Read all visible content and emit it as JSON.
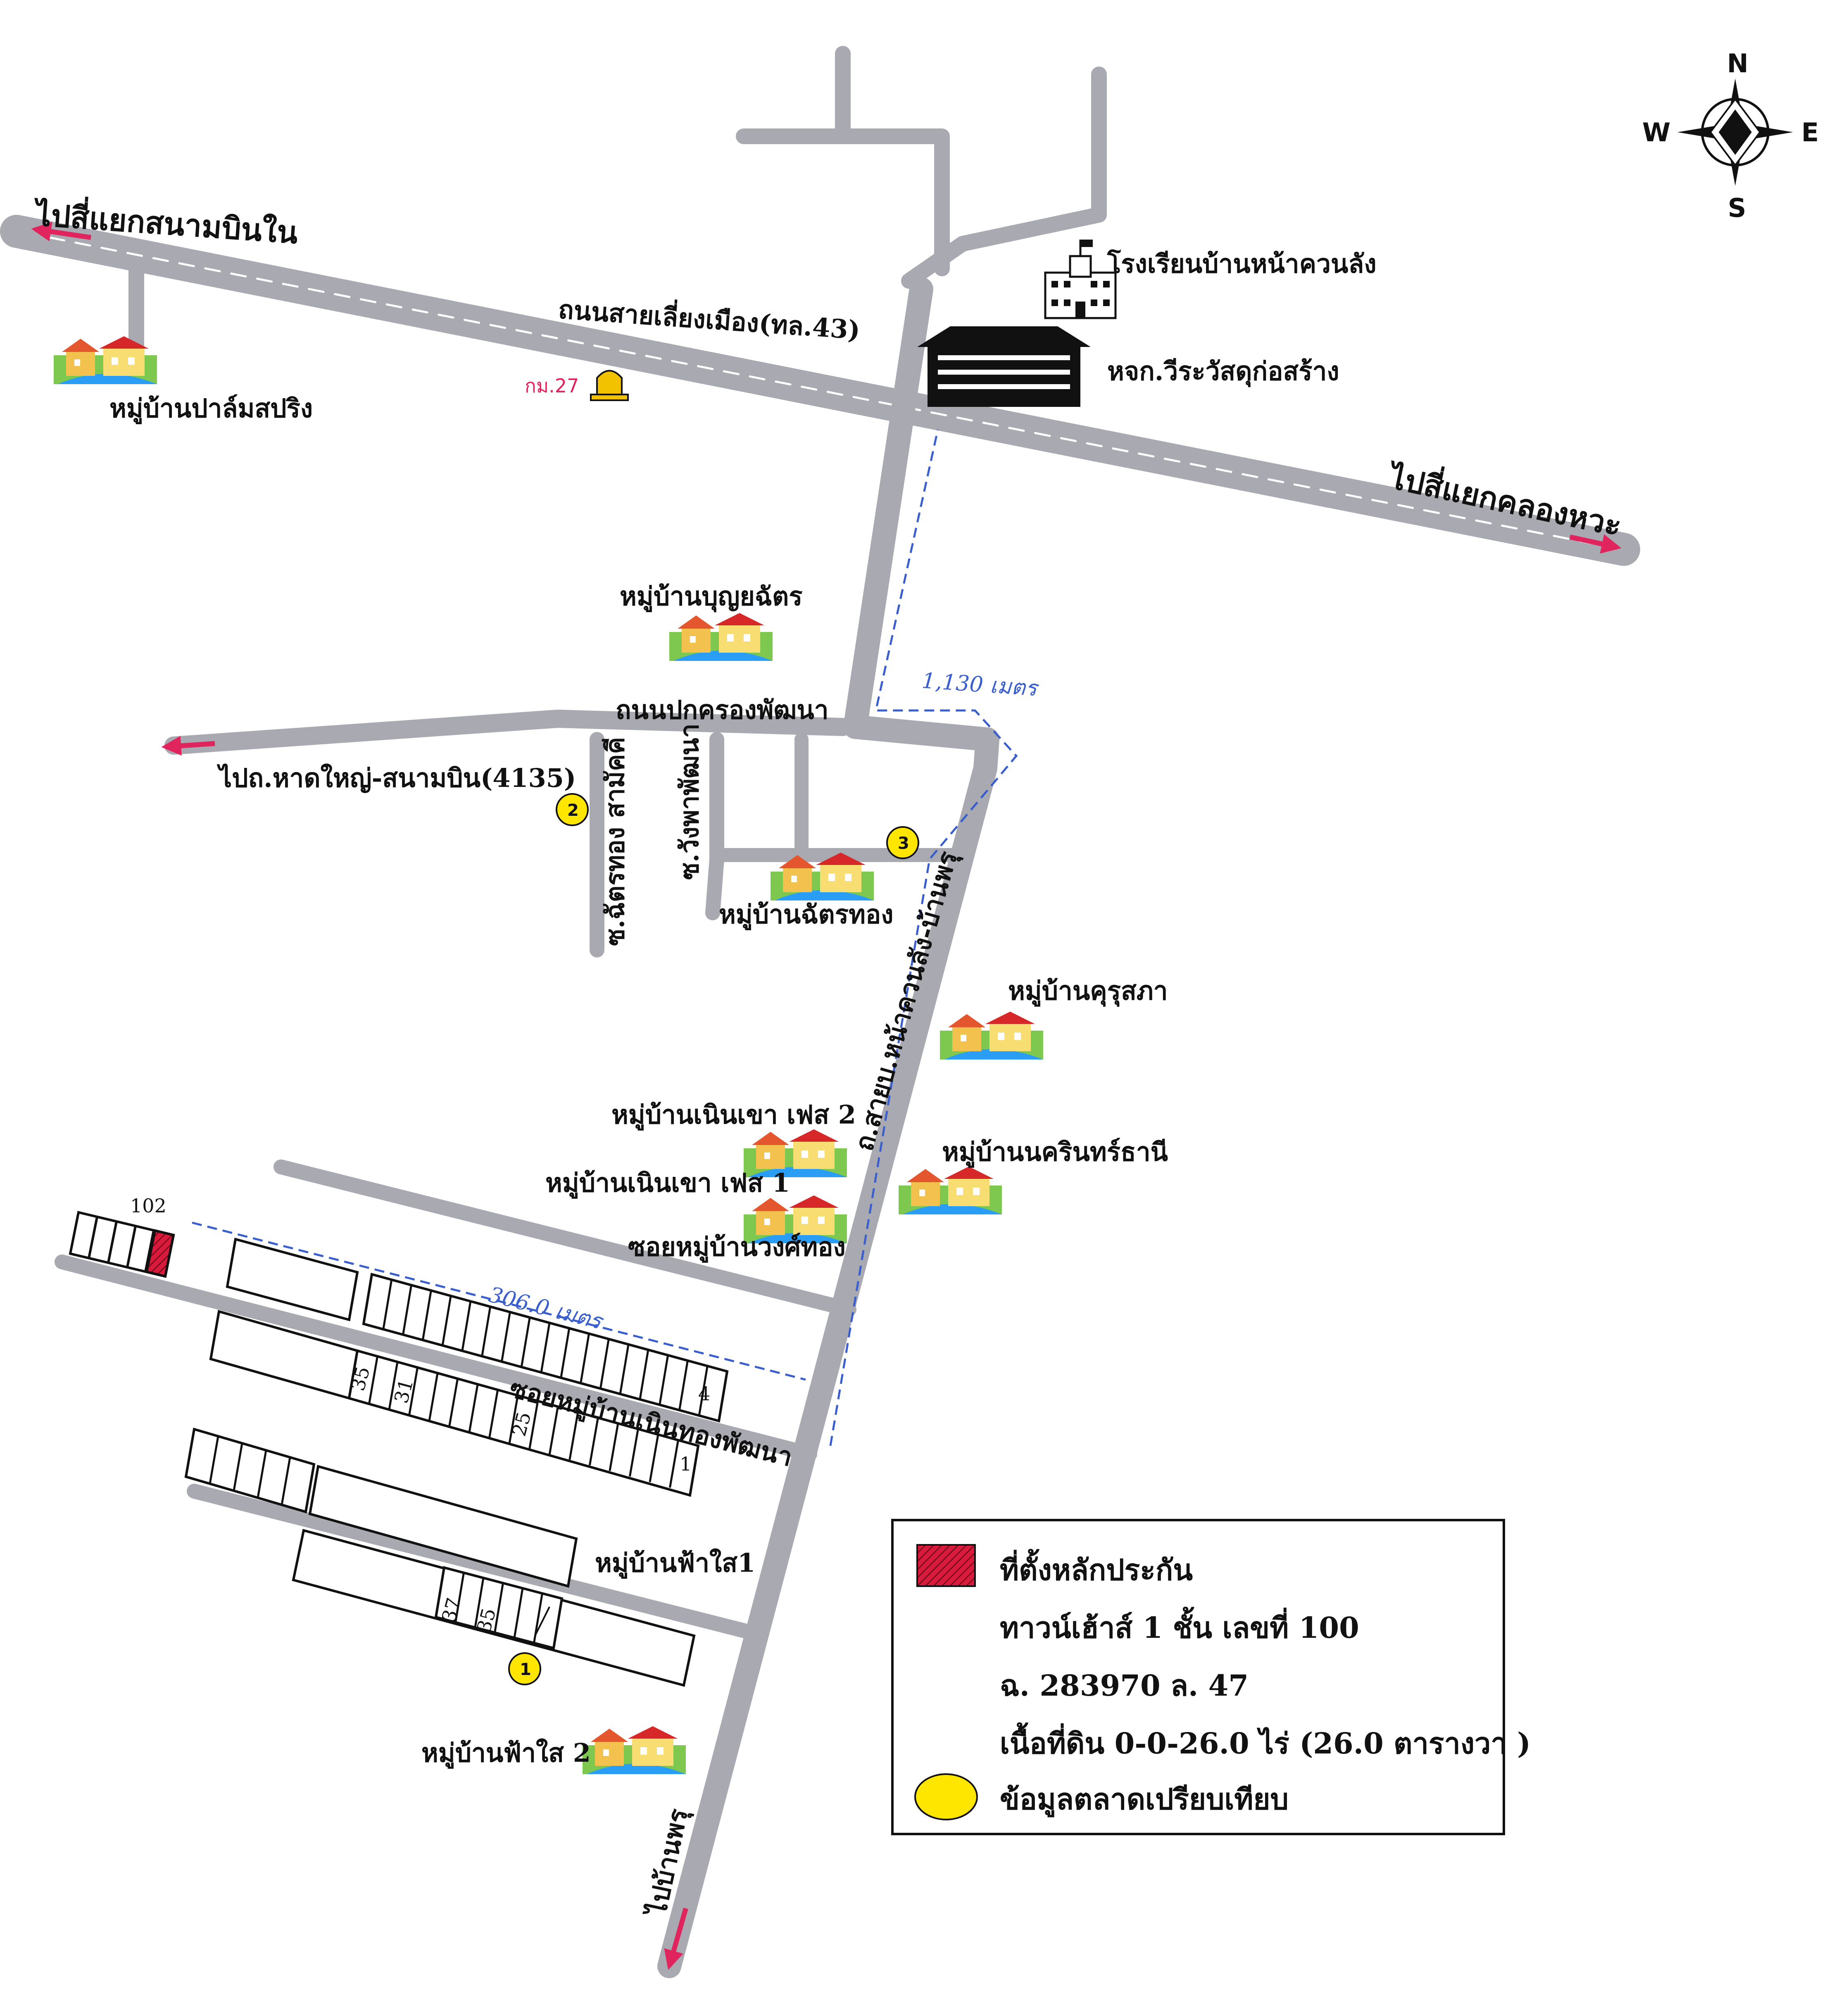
{
  "compass": {
    "north": "N",
    "south": "S",
    "east": "E",
    "west": "W"
  },
  "directions": {
    "to_sanambin_nai": "ไปสี่แยกสนามบินใน",
    "to_khlong_hwa": "ไปสี่แยกคลองหวะ",
    "to_hatyai_sanambin": "ไปถ.หาดใหญ่-สนามบิน(4135)",
    "to_ban_phru": "ไปบ้านพรุ"
  },
  "roads": {
    "sai_liang_mueang": "ถนนสายเลี่ยงเมือง(ทล.43)",
    "pok_khrong_phatthana": "ถนนปกครองพัฒนา",
    "soi_chattong_samakkhi": "ซ.ฉัตรทอง สามัคคี",
    "soi_wangpha_phatthana": "ซ.วังพาพัฒนา",
    "main_road": "ถ.สายบ.หน้าควนลัง-บ้านพรุ",
    "soi_wongthong": "ซอยหมู่บ้านวงศ์ทอง",
    "soi_noenthong": "ซอยหมู่บ้านเนินทองพัฒนา"
  },
  "landmarks": {
    "school": "โรงเรียนบ้านหน้าควนลัง",
    "store": "หจก.วีระวัสดุก่อสร้าง",
    "km_marker": "กม.27"
  },
  "villages": {
    "palm_spring": "หมู่บ้านปาล์มสปริง",
    "boonyachat": "หมู่บ้านบุญยฉัตร",
    "chattong": "หมู่บ้านฉัตรทอง",
    "khurusapha": "หมู่บ้านคุรุสภา",
    "noenkhao2": "หมู่บ้านเนินเขา เฟส 2",
    "noenkhao1": "หมู่บ้านเนินเขา เฟส 1",
    "nakharin": "หมู่บ้านนครินทร์ธานี",
    "fasai1": "หมู่บ้านฟ้าใส1",
    "fasai2": "หมู่บ้านฟ้าใส 2"
  },
  "distances": {
    "main": "1,130 เมตร",
    "soi": "306.0 เมตร"
  },
  "markers": [
    "1",
    "2",
    "3"
  ],
  "lots": {
    "subject": "102",
    "row_b_35": "35",
    "row_b_31": "31",
    "row_b_25": "25",
    "row_a_4": "4",
    "row_b_1": "1",
    "row_e_37": "37",
    "row_e_35": "35"
  },
  "legend": {
    "subject_title": "ที่ตั้งหลักประกัน",
    "line1": "ทาวน์เฮ้าส์ 1 ชั้น เลขที่ 100",
    "line2": "ฉ. 283970 ล. 47",
    "line3": "เนื้อที่ดิน 0-0-26.0 ไร่ (26.0 ตารางวา )",
    "market_title": "ข้อมูลตลาดเปรียบเทียบ"
  },
  "colors": {
    "road": "#a9a9b1",
    "arrow": "#e0245e",
    "distance": "#3a5fcd",
    "subject": "#d81b3c",
    "marker": "#ffe600"
  }
}
